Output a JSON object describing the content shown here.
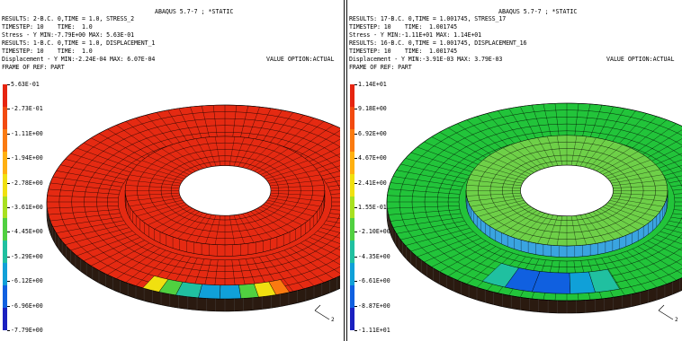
{
  "left": {
    "title": "ABAQUS 5.7-7 ; *STATIC",
    "header_lines": [
      "RESULTS: 2-B.C. 0,TIME = 1.0, STRESS_2",
      "TIMESTEP: 10    TIME:  1.0",
      "Stress - Y MIN:-7.79E+00 MAX: 5.63E-01",
      "RESULTS: 1-B.C. 0,TIME = 1.0, DISPLACEMENT_1",
      "TIMESTEP: 10    TIME:  1.0",
      "Displacement - Y MIN:-2.24E-04 MAX: 6.07E-04",
      "FRAME OF REF: PART"
    ],
    "value_option": "VALUE OPTION:ACTUAL",
    "legend_labels": [
      "5.63E-01",
      "-2.73E-01",
      "-1.11E+00",
      "-1.94E+00",
      "-2.78E+00",
      "-3.61E+00",
      "-4.45E+00",
      "-5.29E+00",
      "-6.12E+00",
      "-6.96E+00",
      "-7.79E+00"
    ],
    "legend_colors": [
      "#e62410",
      "#f24a10",
      "#fa7a10",
      "#ffb010",
      "#f0e010",
      "#a8e020",
      "#50d040",
      "#20c0a0",
      "#10a0d8",
      "#1060e0",
      "#1a20c0"
    ],
    "model_main_color": "#e52a12",
    "axis_label": "2"
  },
  "right": {
    "title": "ABAQUS 5.7-7 ; *STATIC",
    "header_lines": [
      "RESULTS: 17-B.C. 0,TIME = 1.001745, STRESS_17",
      "TIMESTEP: 10    TIME:  1.001745",
      "Stress - Y MIN:-1.11E+01 MAX: 1.14E+01",
      "RESULTS: 16-B.C. 0,TIME = 1.001745, DISPLACEMENT_16",
      "TIMESTEP: 10    TIME:  1.001745",
      "Displacement - Y MIN:-3.91E-03 MAX: 3.79E-03",
      "FRAME OF REF: PART"
    ],
    "value_option": "VALUE OPTION:ACTUAL",
    "legend_labels": [
      "1.14E+01",
      "9.18E+00",
      "6.92E+00",
      "4.67E+00",
      "2.41E+00",
      "1.55E-01",
      "-2.10E+00",
      "-4.35E+00",
      "-6.61E+00",
      "-8.87E+00",
      "-1.11E+01"
    ],
    "legend_colors": [
      "#e62410",
      "#f24a10",
      "#fa7a10",
      "#ffb010",
      "#f0e010",
      "#a8e020",
      "#50d040",
      "#20c0a0",
      "#10a0d8",
      "#1060e0",
      "#1a20c0"
    ],
    "model_main_color": "#22c43a",
    "axis_label": "2"
  }
}
